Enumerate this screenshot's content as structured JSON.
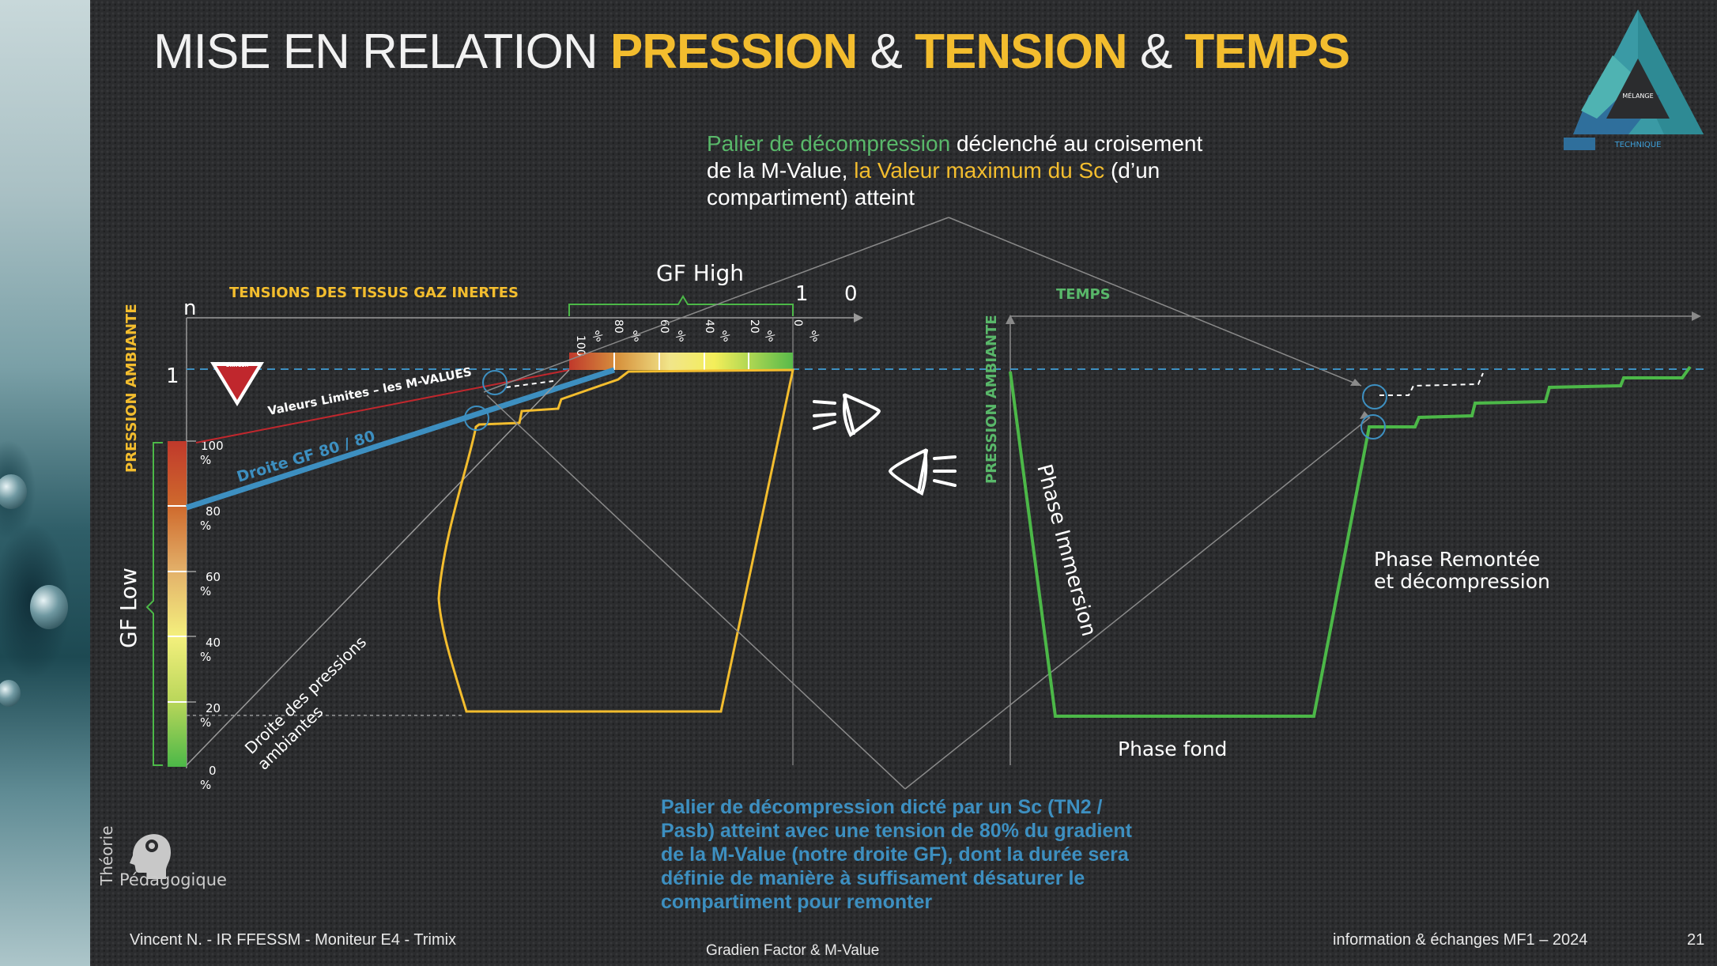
{
  "title": {
    "part1": "MISE EN RELATION",
    "part2": "PRESSION",
    "amp1": "&",
    "part3": "TENSION",
    "amp2": "&",
    "part4": "TEMPS"
  },
  "note_top": {
    "green": "Palier de décompression",
    "white1": " déclenché au croisement de la M-Value, ",
    "yellow": "la Valeur maximum du Sc",
    "white2": " (d’un compartiment) atteint"
  },
  "note_bottom": "Palier de décompression dicté par un Sc (TN2 / Pasb) atteint avec une tension de 80% du gradient de la  M-Value (notre droite GF), dont la durée sera définie de manière à suffisament désaturer le compartiment pour remonter",
  "left_chart": {
    "x_axis_label": "TENSIONS DES TISSUS GAZ INERTES",
    "y_axis_label": "PRESSION AMBIANTE",
    "n_label": "n",
    "one_label": "1",
    "gf_high_label": "GF High",
    "gf_high_one": "1",
    "gf_high_zero": "0",
    "gf_low_label": "GF Low",
    "m_values_label": "Valeurs Limites – les M-VALUES",
    "gf_line_label": "Droite GF 80 / 80",
    "ambient_line_label_1": "Droite des pressions",
    "ambient_line_label_2": "ambiantes",
    "danger_label": "DANGER",
    "vertical_scale": [
      {
        "pct": "100",
        "unit": "%"
      },
      {
        "pct": "80",
        "unit": "%"
      },
      {
        "pct": "60",
        "unit": "%"
      },
      {
        "pct": "40",
        "unit": "%"
      },
      {
        "pct": "20",
        "unit": "%"
      },
      {
        "pct": "0",
        "unit": "%"
      }
    ],
    "horizontal_scale": [
      {
        "pct": "100",
        "unit": "%"
      },
      {
        "pct": "80",
        "unit": "%"
      },
      {
        "pct": "60",
        "unit": "%"
      },
      {
        "pct": "40",
        "unit": "%"
      },
      {
        "pct": "20",
        "unit": "%"
      },
      {
        "pct": "0",
        "unit": "%"
      }
    ]
  },
  "right_chart": {
    "x_axis_label": "TEMPS",
    "y_axis_label": "PRESSION AMBIANTE",
    "phase_immersion": "Phase Immersion",
    "phase_fond": "Phase fond",
    "phase_remontee_1": "Phase Remontée",
    "phase_remontee_2": "et décompression"
  },
  "logo": {
    "label_technique": "TECHNIQUE",
    "label_melange": "MÉLANGE",
    "icon": "triangle-diver-logo"
  },
  "pedagogy": {
    "label_theorie": "Théorie",
    "label_pedagogique": "Pédagogique",
    "icon": "head-gear-icon"
  },
  "footer": {
    "author": "Vincent N. - IR FFESSM - Moniteur E4 - Trimix",
    "center": "Gradien Factor & M-Value",
    "right": "information & échanges MF1 – 2024",
    "page": "21"
  },
  "colors": {
    "accent_yellow": "#f3bd2e",
    "accent_green": "#59b86a",
    "accent_blue": "#3d8fc0",
    "m_value_red": "#c0272d"
  }
}
